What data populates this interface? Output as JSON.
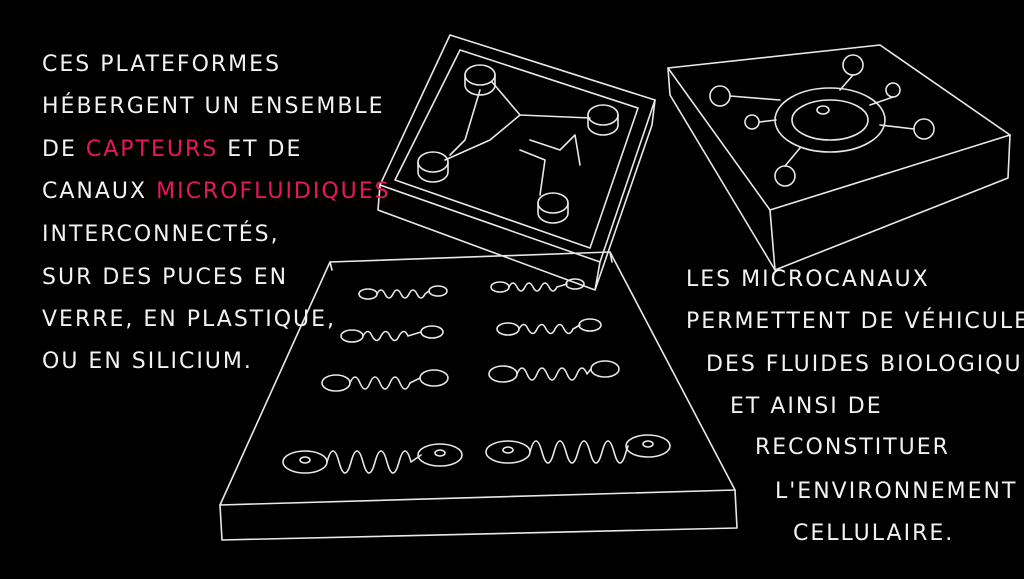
{
  "accent_color": "#e8175d",
  "left_text": {
    "line1": "Ces plateformes",
    "line2": "hébergent un ensemble",
    "line3_a": "de",
    "line3_b": "capteurs",
    "line3_c": "et de",
    "line4_a": "canaux",
    "line4_b": "microfluidiques",
    "line5": "interconnectés,",
    "line6": "sur des puces en",
    "line7": "verre, en plastique,",
    "line8": "ou en silicium."
  },
  "right_text": [
    "Les microcanaux",
    "permettent de véhiculer",
    "des fluides biologiques",
    "et ainsi de",
    "reconstituer",
    "l'environnement",
    "cellulaire."
  ]
}
